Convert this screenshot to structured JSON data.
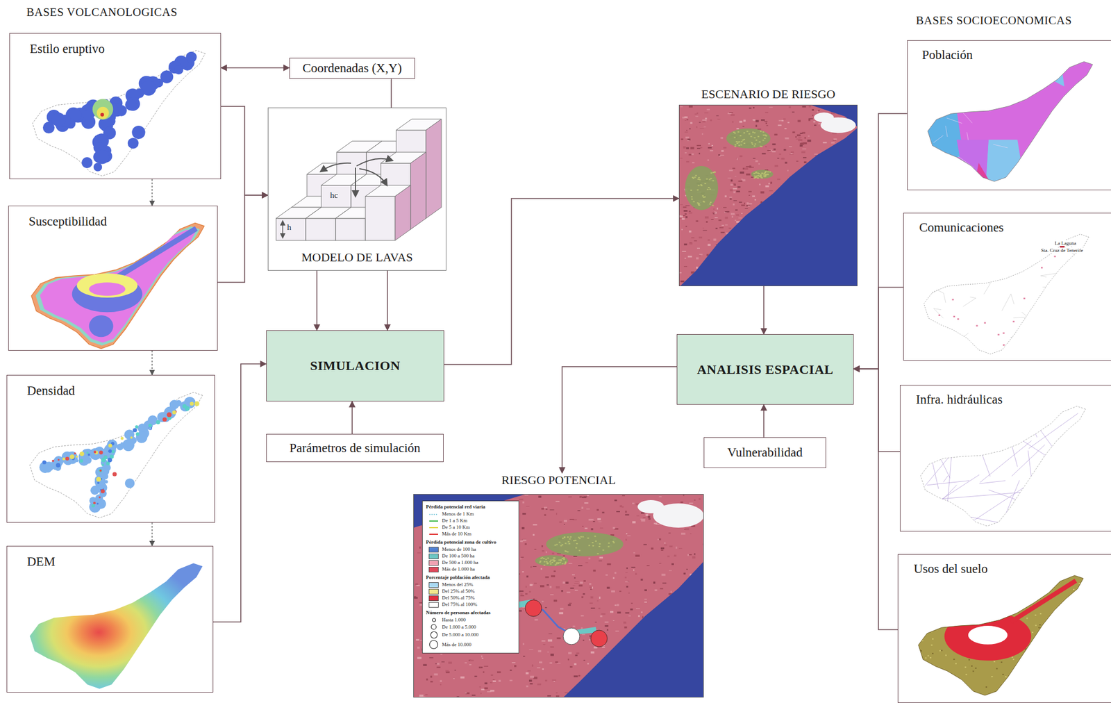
{
  "diagram": {
    "nodes": [
      {
        "text": [
          "Estilo eruptivo"
        ]
      },
      {
        "text": [
          "Susceptibilidad"
        ]
      },
      {
        "text": [
          "Densidad"
        ]
      },
      {
        "text": [
          "DEM"
        ]
      },
      {
        "text": [
          "Coordenadas (X,Y)"
        ]
      },
      {
        "text": [
          "MODELO DE LAVAS"
        ]
      },
      {
        "text": [
          "SIMULACION"
        ]
      },
      {
        "text": [
          "Parámetros de simulación"
        ]
      },
      {
        "text": [
          "ESCENARIO DE RIESGO"
        ]
      },
      {
        "text": [
          "ANALISIS ESPACIAL"
        ]
      },
      {
        "text": [
          "Vulnerabilidad"
        ]
      },
      {
        "text": [
          "RIESGO POTENCIAL"
        ]
      },
      {
        "text": [
          "Población"
        ]
      },
      {
        "text": [
          "Comunicaciones"
        ]
      },
      {
        "text": [
          "Infra. hidráulicas"
        ]
      },
      {
        "text": [
          "Usos del suelo"
        ]
      }
    ],
    "edges": [
      {
        "from": 0,
        "to": 4,
        "arrow": "both"
      },
      {
        "from": 4,
        "to": 5,
        "arrow": "none"
      },
      {
        "from": 0,
        "to": 5,
        "arrow": "to"
      },
      {
        "from": 1,
        "to": 5,
        "arrow": "to"
      },
      {
        "from": 0,
        "to": 1,
        "arrow": "to"
      },
      {
        "from": 1,
        "to": 2,
        "arrow": "to"
      },
      {
        "from": 2,
        "to": 3,
        "arrow": "to"
      },
      {
        "from": 5,
        "to": 6,
        "arrow": "to"
      },
      {
        "from": 5,
        "to": 6,
        "arrow": "to"
      },
      {
        "from": 3,
        "to": 6,
        "arrow": "to"
      },
      {
        "from": 7,
        "to": 6,
        "arrow": "to"
      },
      {
        "from": 6,
        "to": 8,
        "arrow": "to"
      },
      {
        "from": 8,
        "to": 9,
        "arrow": "to"
      },
      {
        "from": 10,
        "to": 9,
        "arrow": "to"
      },
      {
        "from": 9,
        "to": 11,
        "arrow": "to"
      },
      {
        "from": 12,
        "to": 9,
        "arrow": "to"
      },
      {
        "from": 13,
        "to": 9,
        "arrow": "to"
      },
      {
        "from": 14,
        "to": 9,
        "arrow": "to"
      },
      {
        "from": 15,
        "to": 9,
        "arrow": "to"
      }
    ],
    "labels": [
      "BASES VOLCANOLOGICAS",
      "BASES SOCIOECONOMICAS",
      "h",
      "hc",
      "Pérdida potencial red viaria",
      "Pérdida potencial zona de cultivo",
      "Porcentaje población afectada",
      "Número de personas afectadas",
      "La Laguna",
      "Sta. Cruz de Tenerife"
    ],
    "legend": [
      {
        "text": "Menos de 1 Km"
      },
      {
        "text": "De 1 a 5 Km"
      },
      {
        "text": "De 5 a 10 Km"
      },
      {
        "text": "Más de 10 Km"
      },
      {
        "text": "Menos de 100 ha",
        "color": "#4f7fd0"
      },
      {
        "text": "De 100 a 500 ha",
        "color": "#6cc7c4"
      },
      {
        "text": "De 500 a 1.000 ha",
        "color": "#f2a3b3"
      },
      {
        "text": "Más de 1.000 ha",
        "color": "#e0485a"
      },
      {
        "text": "Menos del 25%",
        "color": "#a9d9f2"
      },
      {
        "text": "Del 25% al 50%",
        "color": "#f0e68c"
      },
      {
        "text": "Del 50% al 75%",
        "color": "#e0303f"
      },
      {
        "text": "Del 75% al 100%",
        "color": "#ffffff"
      },
      {
        "text": "Hasta 1.000"
      },
      {
        "text": "De 1.000 a 5.000"
      },
      {
        "text": "De 5.000 a 10.000"
      },
      {
        "text": "Más de 10.000"
      }
    ]
  }
}
